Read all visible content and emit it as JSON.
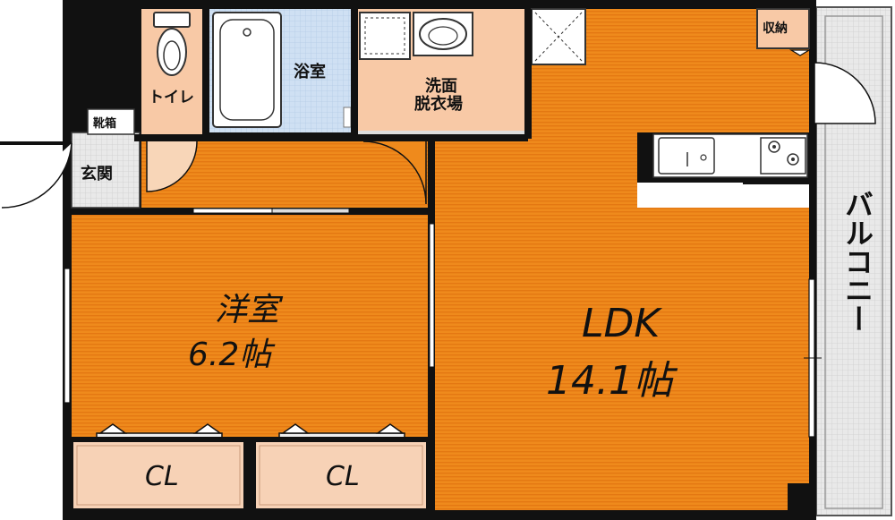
{
  "rooms": {
    "toilet": "トイレ",
    "bath": "浴室",
    "washroom_line1": "洗面",
    "washroom_line2": "脱衣場",
    "storage": "収納",
    "shoe_box": "靴箱",
    "entrance": "玄関",
    "western_room": "洋室",
    "western_room_size": "6.2帖",
    "ldk": "LDK",
    "ldk_size": "14.1帖",
    "closet_1": "CL",
    "closet_2": "CL",
    "balcony": "バルコニー"
  },
  "colors": {
    "floor": "#ef8a1c",
    "floor_stripe": "#e67a12",
    "wetarea": "#f8c9a6",
    "bath": "#cfe0f3",
    "tile": "#e6e6e6",
    "closet": "#f7d2b6",
    "wall": "#111111",
    "balcony": "#f0f0f0"
  }
}
